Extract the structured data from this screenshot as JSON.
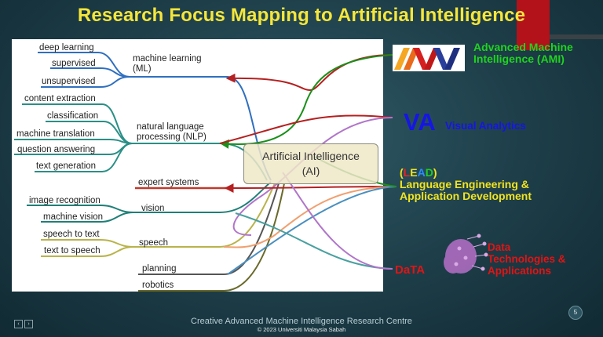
{
  "slide": {
    "title": "Research Focus Mapping to Artificial Intelligence",
    "page_number": "5"
  },
  "mindmap": {
    "center": {
      "line1": "Artificial Intelligence",
      "line2": "(AI)"
    },
    "branches": {
      "ml": {
        "line1": "machine learning",
        "line2": "(ML)",
        "leaves": [
          "deep learning",
          "supervised",
          "unsupervised"
        ]
      },
      "nlp": {
        "line1": "natural language",
        "line2": "processing (NLP)",
        "leaves": [
          "content extraction",
          "classification",
          "machine translation",
          "question answering",
          "text generation"
        ]
      },
      "expert": {
        "label": "expert systems"
      },
      "vision": {
        "label": "vision",
        "leaves": [
          "image recognition",
          "machine vision"
        ]
      },
      "speech": {
        "label": "speech",
        "leaves": [
          "speech to text",
          "text to speech"
        ]
      },
      "planning": {
        "label": "planning"
      },
      "robotics": {
        "label": "robotics"
      }
    }
  },
  "groups": {
    "ami": {
      "line1": "Advanced Machine",
      "line2": "Intelligence (AMI)",
      "color": "#1fd41f"
    },
    "va": {
      "abbr": "VA",
      "name": "Visual Analytics",
      "color": "#1515e6"
    },
    "lead": {
      "open": "(",
      "l": "L",
      "e": "E",
      "a": "A",
      "d": "D",
      "close": ")",
      "line2": "Language Engineering &",
      "line3": "Application Development",
      "color": "#f1e420"
    },
    "data": {
      "word": "DaTA",
      "line1": "Data",
      "line2": "Technologies &",
      "line3": "Applications",
      "color": "#e21414"
    }
  },
  "colors": {
    "accent_red": "#b3121b",
    "title_yellow": "#f5e63a"
  },
  "footer": {
    "line1": "Creative Advanced Machine Intelligence Research Centre",
    "line2": "© 2023 Universiti Malaysia Sabah"
  },
  "nav": {
    "prev_icon": "prev-slide-icon",
    "next_icon": "next-slide-icon"
  }
}
